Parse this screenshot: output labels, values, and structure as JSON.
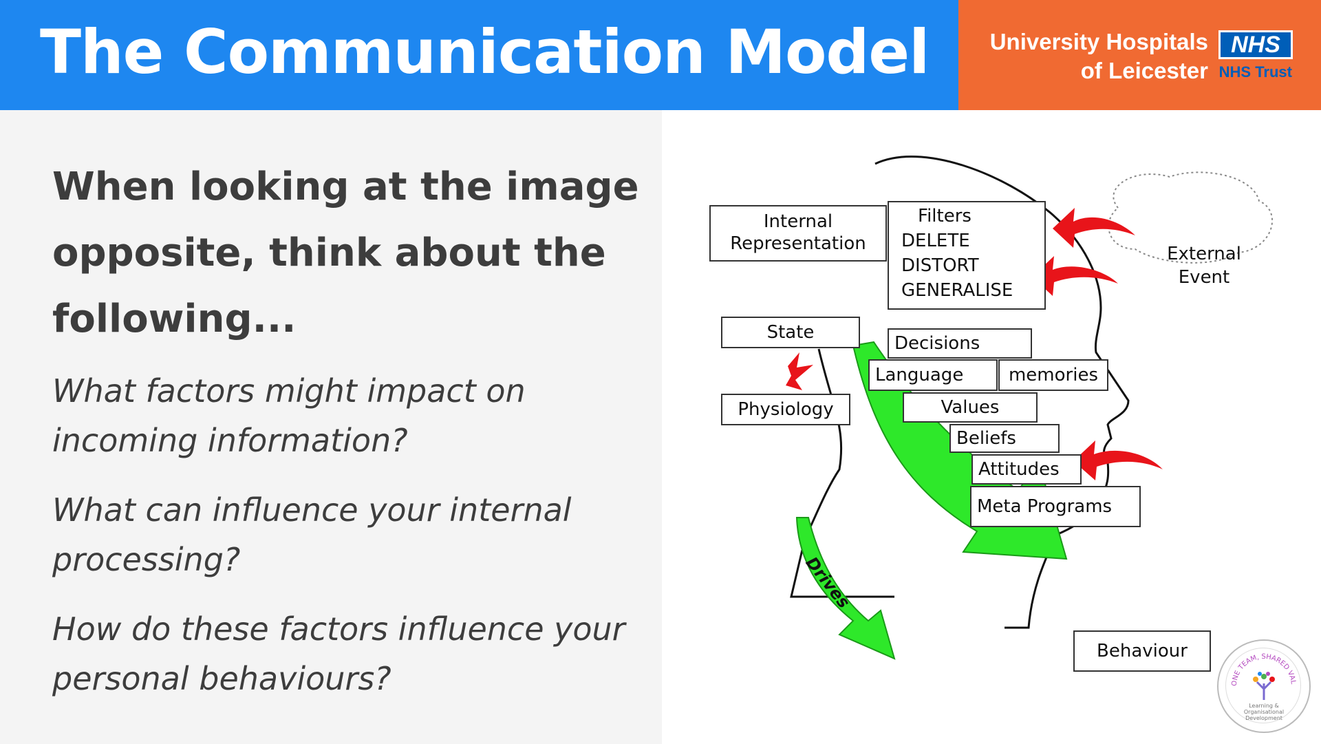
{
  "header": {
    "title": "The Communication Model",
    "org_line1": "University Hospitals",
    "org_line2": "of Leicester",
    "nhs_logo": "NHS",
    "nhs_trust": "NHS Trust",
    "colors": {
      "header_blue": "#1e87f0",
      "brand_orange": "#f06a32",
      "nhs_blue": "#005eb8"
    }
  },
  "intro": "When looking at the image opposite, think about the following...",
  "questions": [
    "What factors might impact on incoming information?",
    "What can influence your internal processing?",
    "How do these factors influence your personal behaviours?"
  ],
  "diagram": {
    "internal_representation": [
      "Internal",
      "Representation"
    ],
    "filters": [
      "Filters",
      "DELETE",
      "DISTORT",
      "GENERALISE"
    ],
    "external_event": [
      "External",
      "Event"
    ],
    "state": "State",
    "physiology": "Physiology",
    "decisions": "Decisions",
    "language": "Language",
    "memories": "memories",
    "values": "Values",
    "beliefs": "Beliefs",
    "attitudes": "Attitudes",
    "meta_programs": "Meta Programs",
    "drives": "Drives",
    "behaviour": "Behaviour",
    "colors": {
      "arrow_red": "#e8141a",
      "arrow_green": "#2ee82a"
    }
  },
  "badge": {
    "ring_text": "ONE TEAM, SHARED VALUES",
    "caption": [
      "Learning &",
      "Organisational",
      "Development"
    ]
  }
}
